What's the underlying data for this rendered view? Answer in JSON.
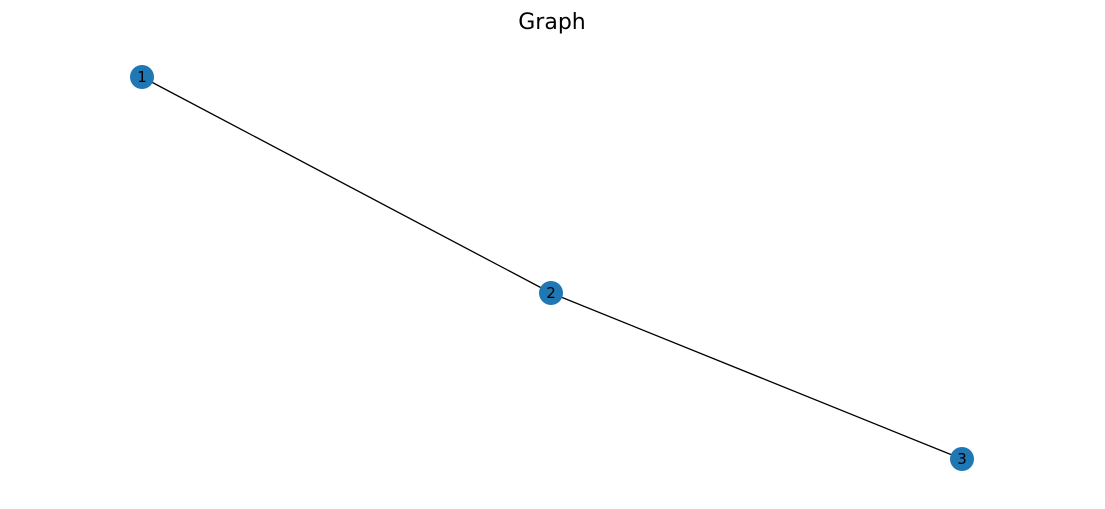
{
  "title": "Graph",
  "style": {
    "node_color": "#1f77b4",
    "edge_color": "#000000",
    "label_color": "#000000",
    "background": "#ffffff"
  },
  "nodes": [
    {
      "id": "1",
      "label": "1"
    },
    {
      "id": "2",
      "label": "2"
    },
    {
      "id": "3",
      "label": "3"
    }
  ],
  "edges": [
    {
      "source": "1",
      "target": "2"
    },
    {
      "source": "2",
      "target": "3"
    }
  ]
}
